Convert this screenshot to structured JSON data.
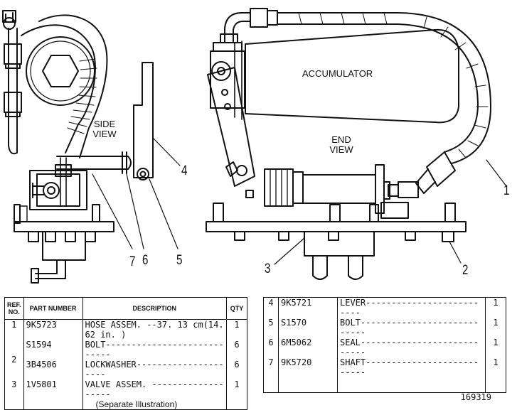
{
  "labels": {
    "side_view": [
      "SIDE",
      "VIEW"
    ],
    "end_view": [
      "END",
      "VIEW"
    ],
    "accumulator": "ACCUMULATOR"
  },
  "callouts": [
    "1",
    "2",
    "3",
    "4",
    "5",
    "6",
    "7"
  ],
  "table_left": {
    "headers": [
      "REF. NO.",
      "PART NUMBER",
      "DESCRIPTION",
      "QTY"
    ],
    "rows": [
      {
        "ref": "1",
        "part": "9K5723",
        "desc": "HOSE ASSEM. --37. 13 cm(14. 62 in. )",
        "qty": "1"
      },
      {
        "ref": "2",
        "part": "S1594",
        "desc": "BOLT----------------------------",
        "qty": "6"
      },
      {
        "ref": "",
        "part": "3B4506",
        "desc": "LOCKWASHER---------------------",
        "qty": "6"
      },
      {
        "ref": "3",
        "part": "1V5801",
        "desc": "VALVE ASSEM. -------------------",
        "qty": "1"
      },
      {
        "ref": "",
        "part": "",
        "desc": "(Separate Illustration)",
        "qty": ""
      }
    ]
  },
  "table_right": {
    "rows": [
      {
        "ref": "4",
        "part": "9K5721",
        "desc": "LEVER--------------------------",
        "qty": "1"
      },
      {
        "ref": "5",
        "part": "S1570",
        "desc": "BOLT----------------------------",
        "qty": "1"
      },
      {
        "ref": "6",
        "part": "6M5062",
        "desc": "SEAL----------------------------",
        "qty": "1"
      },
      {
        "ref": "7",
        "part": "9K5720",
        "desc": "SHAFT---------------------------",
        "qty": "1"
      }
    ]
  },
  "drawing_number": "169319"
}
